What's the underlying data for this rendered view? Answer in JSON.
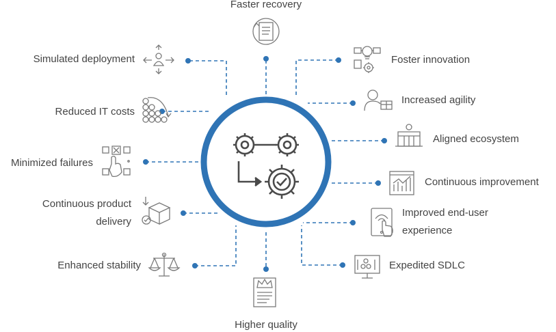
{
  "center": {
    "icon": "gears-to-checkmark-icon",
    "ring_color": "#2f74b5"
  },
  "connector_color": "#2f74b5",
  "benefits": {
    "faster_recovery": {
      "label": "Faster recovery",
      "icon": "recovery-document-icon"
    },
    "simulated_deployment": {
      "label": "Simulated deployment",
      "icon": "user-arrows-icon"
    },
    "reduced_it_costs": {
      "label": "Reduced IT costs",
      "icon": "coins-icon"
    },
    "minimized_failures": {
      "label": "Minimized failures",
      "icon": "hand-choose-icon"
    },
    "continuous_product_delivery": {
      "line1": "Continuous product",
      "line2": "delivery",
      "icon": "package-check-icon"
    },
    "enhanced_stability": {
      "label": "Enhanced stability",
      "icon": "scales-icon"
    },
    "higher_quality": {
      "label": "Higher quality",
      "icon": "crown-document-icon"
    },
    "foster_innovation": {
      "label": "Foster innovation",
      "icon": "bulb-gear-icon"
    },
    "increased_agility": {
      "label": "Increased agility",
      "icon": "person-box-icon"
    },
    "aligned_ecosystem": {
      "label": "Aligned ecosystem",
      "icon": "building-icon"
    },
    "continuous_improvement": {
      "label": "Continuous improvement",
      "icon": "growth-chart-icon"
    },
    "improved_end_user_experience": {
      "line1": "Improved end-user",
      "line2": "experience",
      "icon": "touch-tablet-icon"
    },
    "expedited_sdlc": {
      "label": "Expedited SDLC",
      "icon": "monitor-gears-icon"
    }
  }
}
